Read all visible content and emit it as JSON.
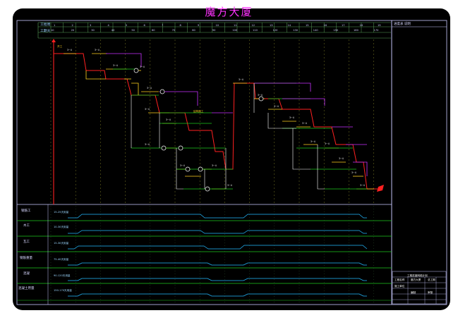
{
  "app": {
    "title": "魔方大厦"
  },
  "timeline": {
    "row_labels": [
      "工程周",
      "工期天"
    ],
    "weeks": [
      "1",
      "2",
      "3",
      "4",
      "5",
      "6",
      "7",
      "8",
      "9",
      "10",
      "11",
      "12",
      "13",
      "14",
      "15",
      "16",
      "17",
      "18",
      "19"
    ],
    "days": [
      "10",
      "20",
      "30",
      "40",
      "50",
      "60",
      "70",
      "80",
      "90",
      "100",
      "110",
      "120",
      "130",
      "140",
      "150",
      "160",
      "170"
    ]
  },
  "right_panel": {
    "header": "进度表 说明",
    "table_title": "工程进度网络计划",
    "table_cells": [
      "工程名称",
      "魔方大厦",
      "总工期",
      "施工单位",
      "编制",
      "审核"
    ]
  },
  "resource_rows": [
    {
      "label": "钢筋工",
      "series": "15-25天用量"
    },
    {
      "label": "木工",
      "series": "10-30天用量"
    },
    {
      "label": "瓦工",
      "series": "15-30天用量"
    },
    {
      "label": "钢筋重量",
      "series": "75-40天用量"
    },
    {
      "label": "混凝",
      "series": "90-120天用量"
    },
    {
      "label": "混凝土用量",
      "series": "150-170天用量"
    }
  ],
  "network": {
    "start_label": "开工",
    "activity_label": "结构施工"
  },
  "colors": {
    "background": "#000000",
    "border": "#c8c8ff",
    "grid": "#5aa05a",
    "critical": "#ff2020",
    "normal": "#ffd21e",
    "free": "#1ec81e",
    "slack": "#c832ff",
    "resource_curve": "#23b9ff",
    "title": "#ff33ff"
  }
}
